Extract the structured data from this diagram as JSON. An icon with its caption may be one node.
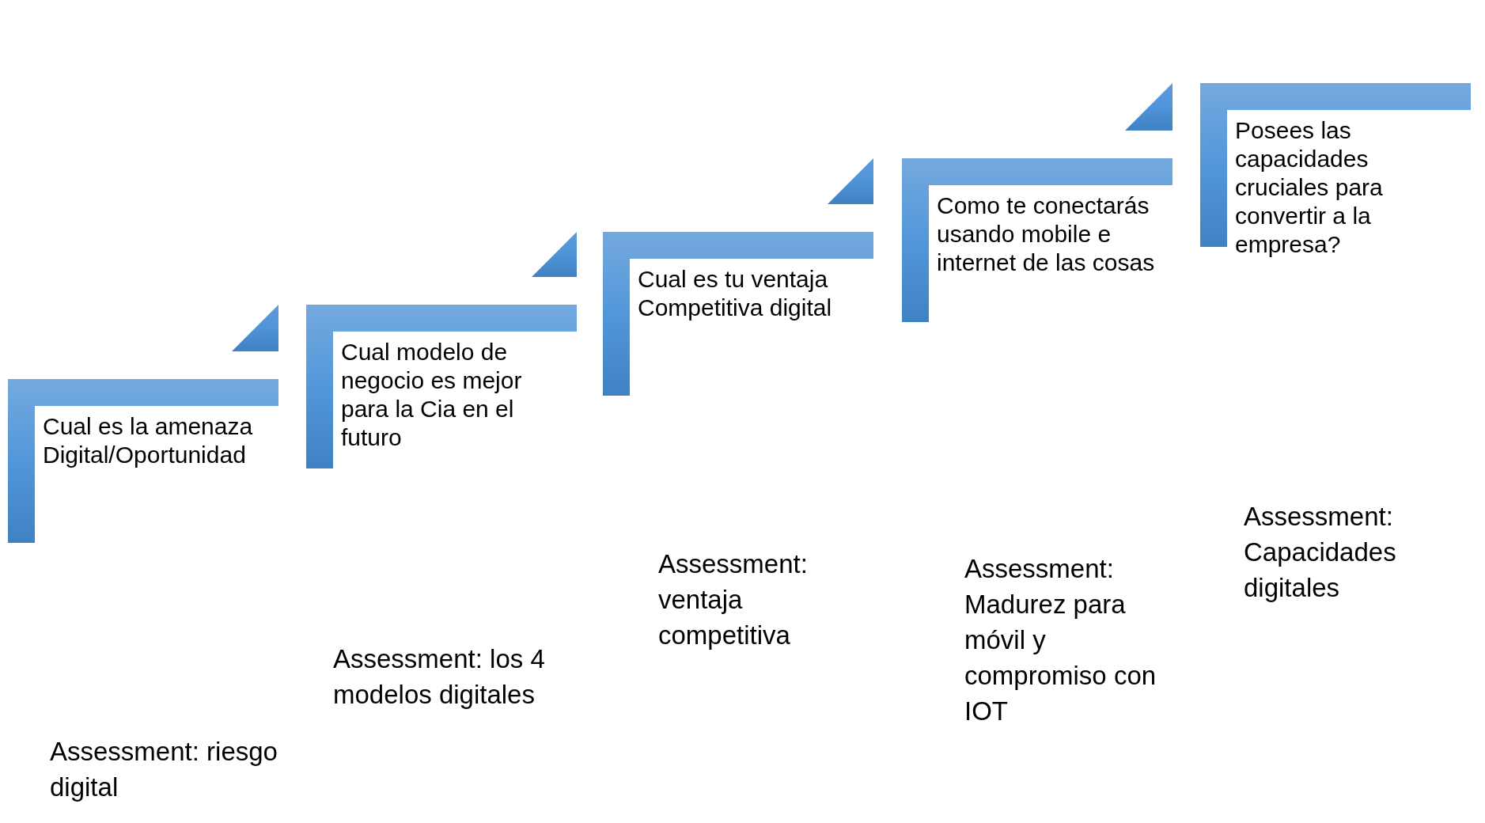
{
  "diagram": {
    "nodes": [
      {
        "text": [
          "Cual es la amenaza Digital/Oportunidad"
        ]
      },
      {
        "text": [
          "Cual modelo de negocio es mejor para la Cia en el futuro"
        ]
      },
      {
        "text": [
          "Cual es tu ventaja Competitiva digital"
        ]
      },
      {
        "text": [
          "Como te conectarás usando mobile e internet de las cosas"
        ]
      },
      {
        "text": [
          "Posees las capacidades cruciales para convertir a la empresa?"
        ]
      }
    ],
    "labels": [
      "Assessment: riesgo digital",
      "Assessment: los 4 modelos digitales",
      "Assessment: ventaja competitiva",
      "Assessment: Madurez para móvil y compromiso con IOT",
      "Assessment: Capacidades digitales"
    ]
  }
}
